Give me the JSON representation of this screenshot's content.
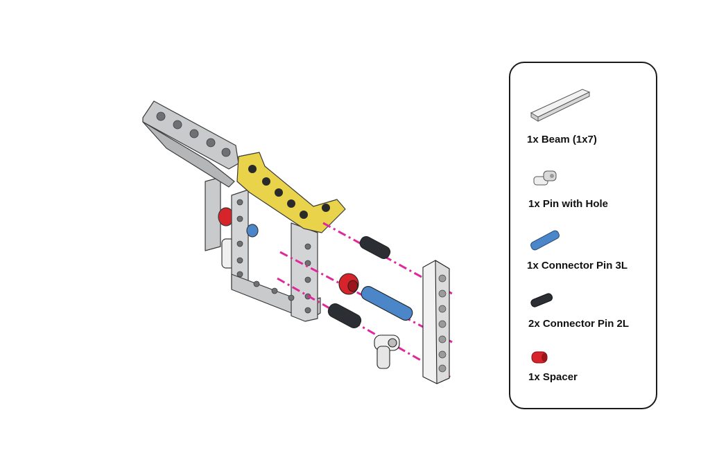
{
  "assembly_step": {
    "colors": {
      "beam_gray": "#c8cacc",
      "beam_yellow": "#e8d34a",
      "beam_white": "#f2f2f2",
      "pin_blue": "#4a86c8",
      "pin_black": "#2b2e33",
      "spacer_red": "#d6242a",
      "guide_magenta": "#e0289a",
      "outline": "#3a3a3a"
    }
  },
  "parts_list": {
    "items": [
      {
        "label": "1x Beam (1x7)",
        "icon": "white-beam-1x7-icon"
      },
      {
        "label": "1x Pin with Hole",
        "icon": "white-pin-with-hole-icon"
      },
      {
        "label": "1x Connector Pin 3L",
        "icon": "blue-connector-pin-3l-icon"
      },
      {
        "label": "2x Connector Pin 2L",
        "icon": "black-connector-pin-2l-icon"
      },
      {
        "label": "1x Spacer",
        "icon": "red-spacer-icon"
      }
    ]
  }
}
